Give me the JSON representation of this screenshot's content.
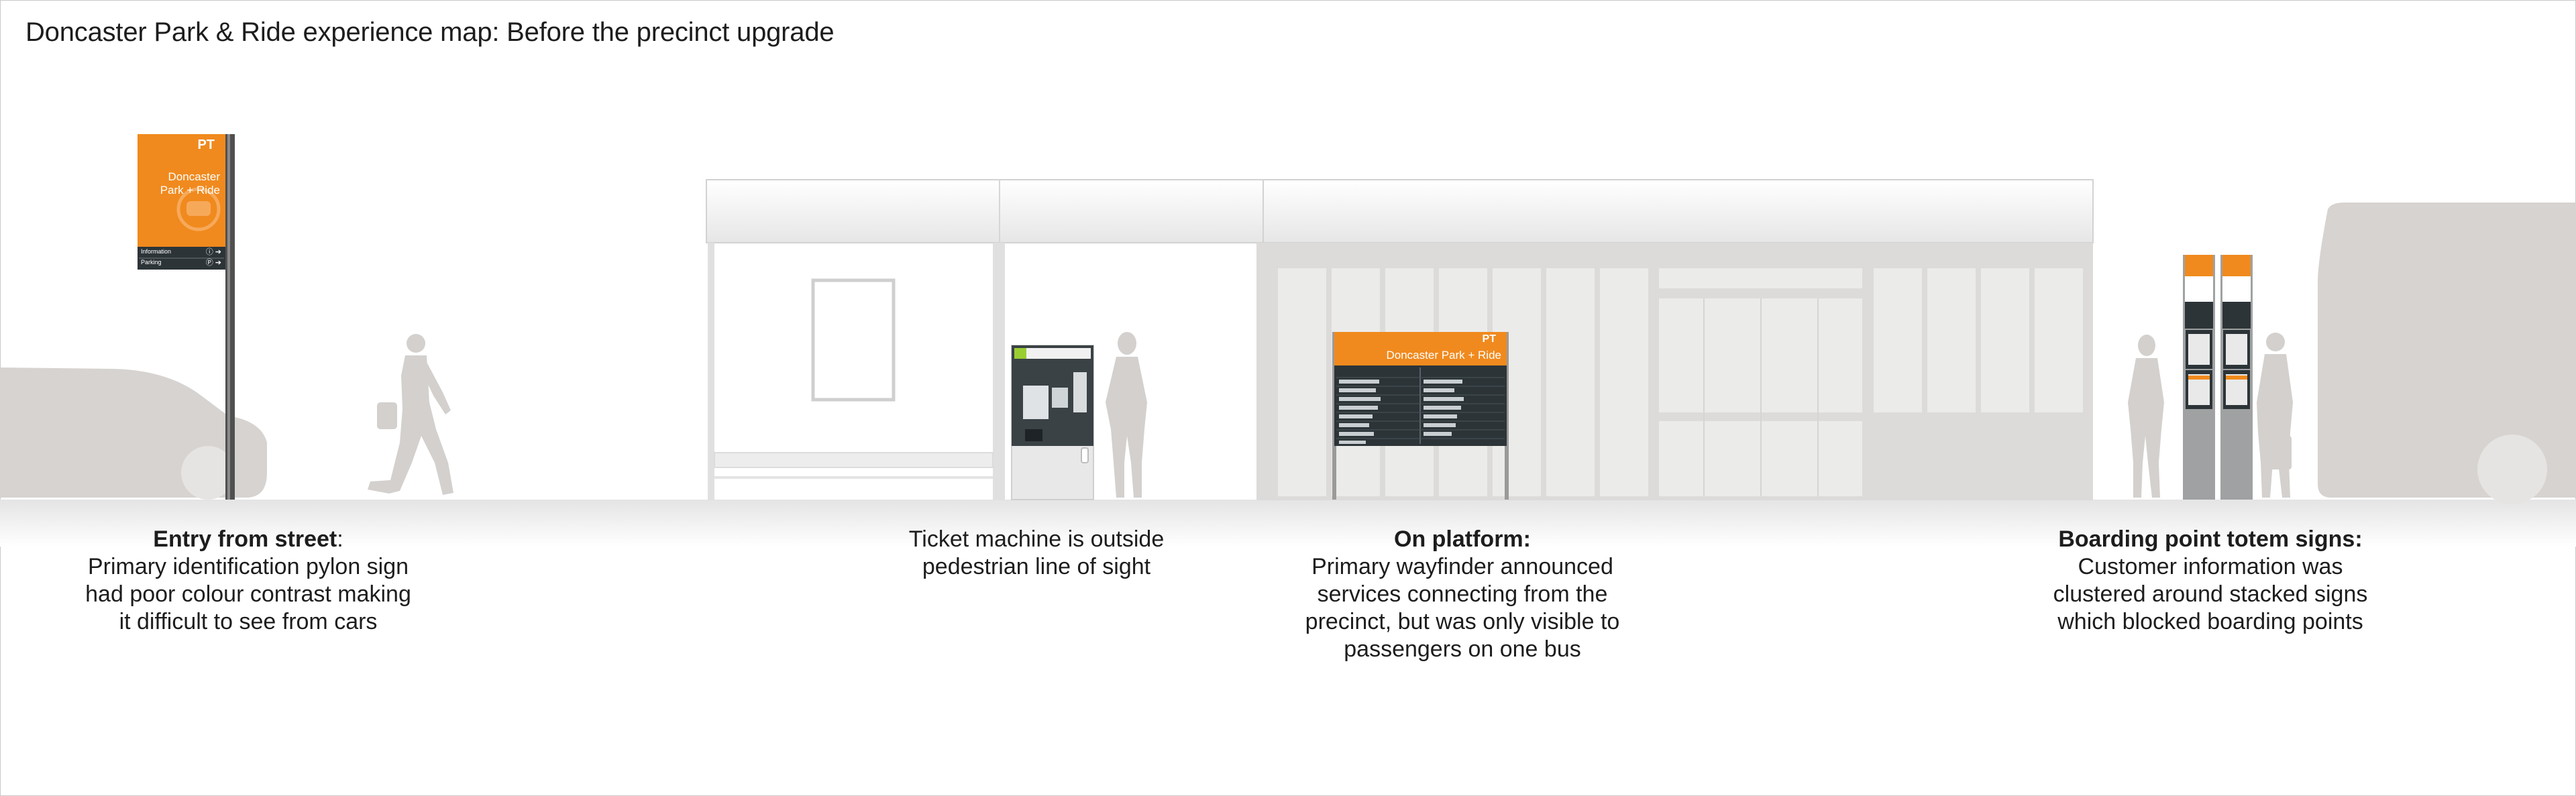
{
  "title": "Doncaster Park & Ride experience map: Before the precinct upgrade",
  "pylon_sign": {
    "brand": "PT",
    "name_line1": "Doncaster",
    "name_line2": "Park + Ride",
    "row1": "Information",
    "row2": "Parking"
  },
  "platform_sign": {
    "brand": "PT",
    "name": "Doncaster Park + Ride"
  },
  "captions": {
    "entry": {
      "heading": "Entry from street",
      "heading_suffix": ":",
      "lines": [
        "Primary identification pylon sign",
        "had poor colour contrast making",
        "it difficult to see from cars"
      ]
    },
    "ticket": {
      "lines": [
        "Ticket machine is outside",
        "pedestrian line of sight"
      ]
    },
    "platform": {
      "heading": "On platform:",
      "lines": [
        "Primary wayfinder announced",
        "services connecting from the",
        "precinct, but was only visible to",
        "passengers on one bus"
      ]
    },
    "boarding": {
      "heading": "Boarding point totem signs:",
      "lines": [
        "Customer information was",
        "clustered around stacked signs",
        "which blocked boarding points"
      ]
    }
  },
  "colors": {
    "orange": "#f08a1e",
    "dark_panel": "#2c3438",
    "silhouette": "#d3d0cd",
    "structure": "#e3e1df"
  }
}
